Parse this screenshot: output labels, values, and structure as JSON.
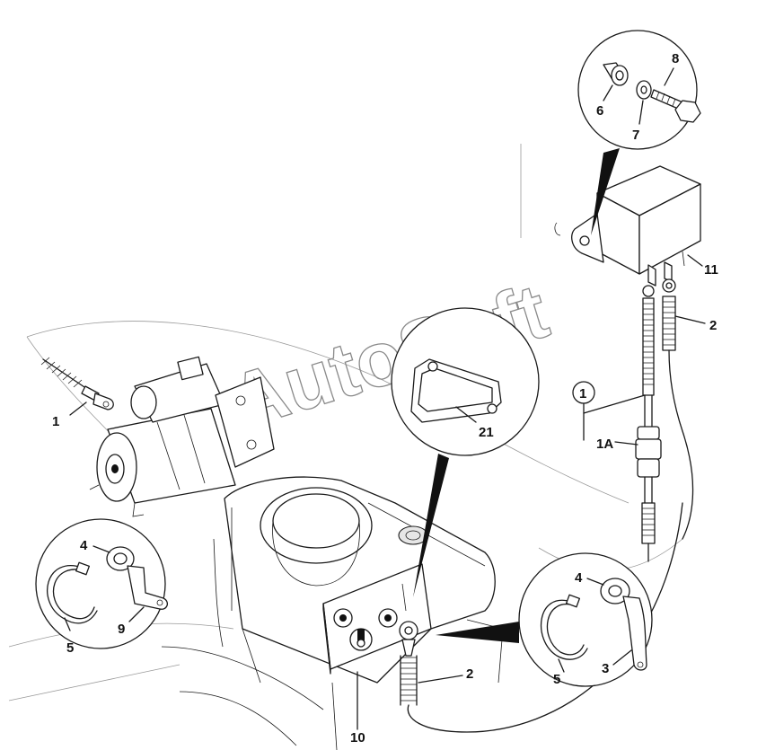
{
  "watermark": "AutoSoft",
  "callouts": {
    "c1": "1",
    "c1_circled": "1",
    "c1a": "1A",
    "c2_top": "2",
    "c2_bottom": "2",
    "c3": "3",
    "c4_left": "4",
    "c4_right": "4",
    "c5_left": "5",
    "c5_right": "5",
    "c6": "6",
    "c7": "7",
    "c8": "8",
    "c9": "9",
    "c10": "10",
    "c11": "11",
    "c21": "21"
  }
}
